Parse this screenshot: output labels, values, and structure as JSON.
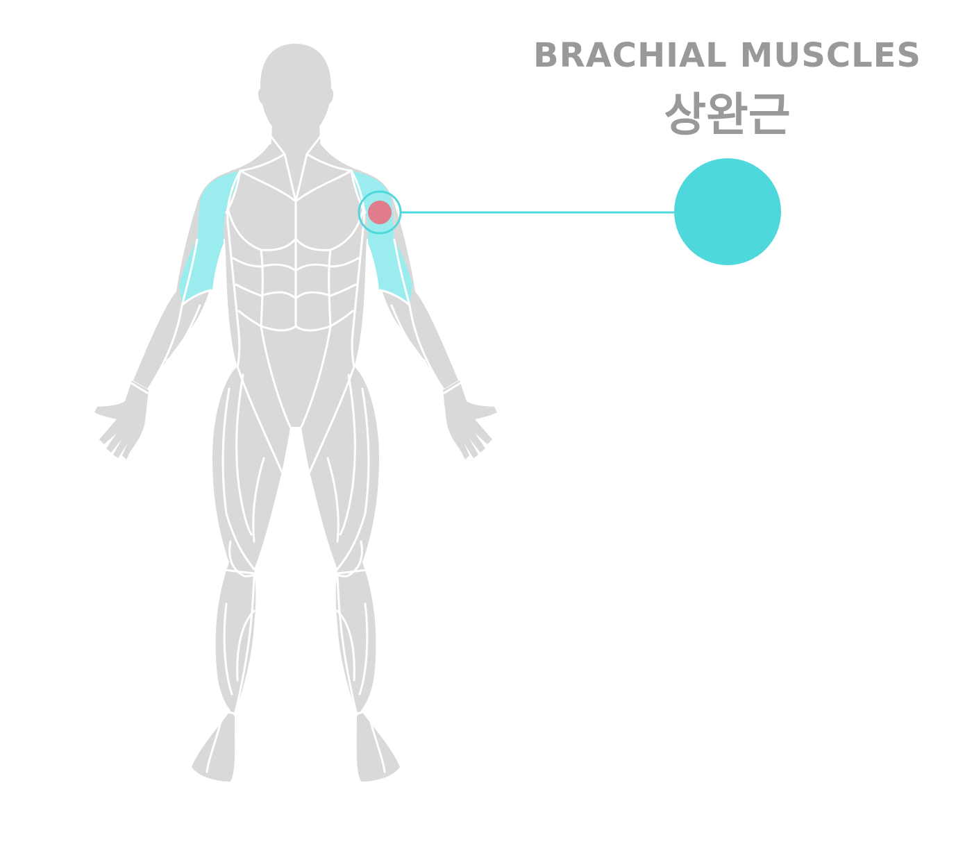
{
  "title": {
    "english": "BRACHIAL MUSCLES",
    "korean": "상완근"
  },
  "colors": {
    "body": "#d9d9d9",
    "muscle_lines": "#ffffff",
    "highlight": "#9aecef",
    "marker_ring": "#4fd8dc",
    "marker_dot": "#e07c8c",
    "callout_circle": "#4fd8dc",
    "title_text": "#999999"
  },
  "highlighted_region": "upper-arms",
  "icons": {
    "marker": "target-marker-icon",
    "callout": "callout-circle-icon"
  }
}
